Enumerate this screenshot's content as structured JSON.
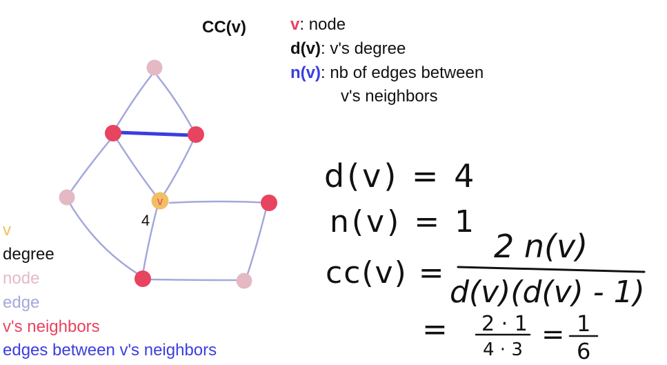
{
  "title": "CC(v)",
  "definitions": [
    {
      "term": "v",
      "desc": ": node",
      "color": "#e8435f"
    },
    {
      "term": "d(v)",
      "desc": ": v's degree",
      "color": "#111111"
    },
    {
      "term": "n(v)",
      "desc": ": nb of edges between",
      "color": "#3a3ee0"
    },
    {
      "term": "",
      "desc": "v's neighbors",
      "color": "#111111"
    }
  ],
  "graph": {
    "center_label": "v",
    "degree_label": "4"
  },
  "legend": [
    {
      "label": "v",
      "color": "#f0bf62"
    },
    {
      "label": "degree",
      "color": "#111111"
    },
    {
      "label": "node",
      "color": "#e4b9c4"
    },
    {
      "label": "edge",
      "color": "#a3a7dc"
    },
    {
      "label": "v's neighbors",
      "color": "#e8435f"
    },
    {
      "label": "edges between v's neighbors",
      "color": "#3a3ee0"
    }
  ],
  "equations": {
    "dv": "d(v) = 4",
    "nv": "n(v) = 1",
    "cc_lhs": "cc(v) =",
    "cc_num": "2 n(v)",
    "cc_den": "d(v)(d(v) - 1)",
    "eq2": "=",
    "frac2_num": "2 · 1",
    "frac2_den": "4 · 3",
    "eq3": "=",
    "frac3_num": "1",
    "frac3_den": "6"
  },
  "colors": {
    "node": "#e4b9c4",
    "neighbor": "#e8435f",
    "center": "#f0bf62",
    "edge": "#a3a7dc",
    "neighbor_edge": "#3a3ee0"
  }
}
